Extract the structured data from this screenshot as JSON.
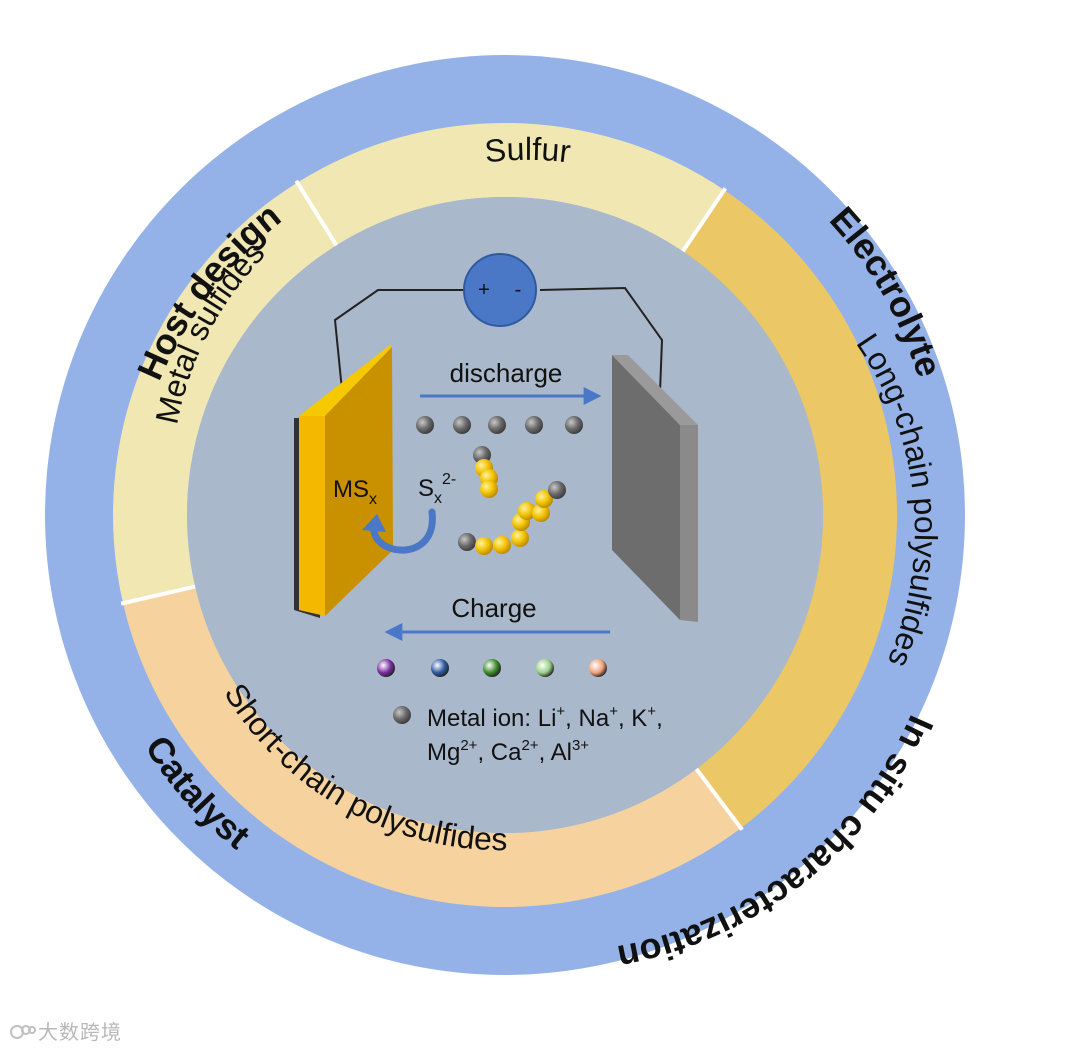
{
  "outer_ring": {
    "labels": [
      "Host design",
      "Electrolyte",
      "In situ characterization",
      "Catalyst"
    ],
    "color": "#95b2e8"
  },
  "inner_ring": {
    "segments": [
      {
        "label": "Sulfur",
        "color": "#f0e7b2"
      },
      {
        "label": "Metal sulfides",
        "color": "#f0e7b2"
      },
      {
        "label": "Long-chain polysulfides",
        "color": "#ebc766"
      },
      {
        "label": "Short-chain polysulfides",
        "color": "#f6d39e"
      }
    ]
  },
  "center": {
    "color": "#aab8cc",
    "battery": {
      "plus": "+",
      "minus": "-",
      "color": "#4a78c6"
    },
    "labels": {
      "discharge": "discharge",
      "charge": "Charge",
      "ms_base": "MS",
      "ms_sub": "x",
      "sx_base": "S",
      "sx_sub": "x",
      "sx_sup": "2-"
    },
    "legend": {
      "line1_prefix": "Metal ion: Li",
      "line1_sup1": "+",
      "line1_sep1": ", Na",
      "line1_sup2": "+",
      "line1_sep2": ", K",
      "line1_sup3": "+",
      "line1_sep3": ",",
      "line2_prefix": "Mg",
      "line2_sup1": "2+",
      "line2_sep1": ", Ca",
      "line2_sup2": "2+",
      "line2_sep2": ", Al",
      "line2_sup3": "3+"
    },
    "ion_colors": [
      "#7a2ea0",
      "#2d5aa0",
      "#3e8a2a",
      "#9bd18a",
      "#f0a27a"
    ]
  },
  "watermark": "大数跨境"
}
